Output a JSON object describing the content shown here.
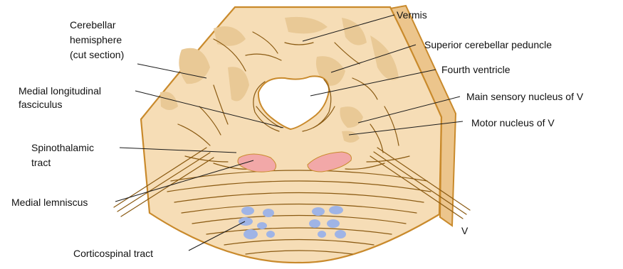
{
  "labels": {
    "cerebellar_hemisphere": [
      "Cerebellar",
      "hemisphere",
      "(cut section)"
    ],
    "medial_longitudinal_fasciculus": [
      "Medial longitudinal",
      "fasciculus"
    ],
    "spinothalamic_tract": [
      "Spinothalamic",
      "tract"
    ],
    "medial_lemniscus": "Medial lemniscus",
    "corticospinal_tract": "Corticospinal tract",
    "vermis": "Vermis",
    "superior_cerebellar_peduncle": "Superior cerebellar peduncle",
    "fourth_ventricle": "Fourth ventricle",
    "main_sensory_nucleus": "Main sensory nucleus of V",
    "motor_nucleus": "Motor nucleus of V",
    "nerve_v": "V"
  },
  "colors": {
    "tissue_fill": "#f6ddb6",
    "tissue_outline": "#c98a2c",
    "nucleus_fill": "#e9c996",
    "spinothalamic_fill": "#f2a8a8",
    "corticospinal_fill": "#9fb4e6",
    "ventricle_fill": "#ffffff"
  }
}
